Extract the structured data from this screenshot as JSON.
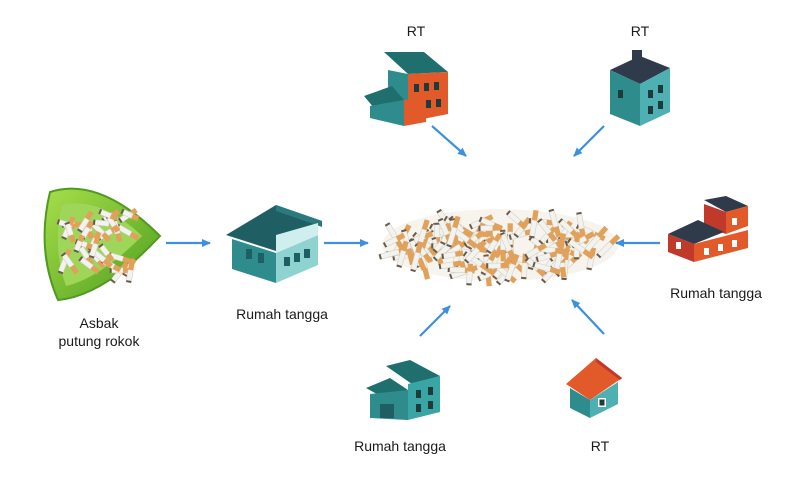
{
  "diagram": {
    "nodes": {
      "ashtray": {
        "label_lines": [
          "Asbak",
          "putung rokok"
        ]
      },
      "house_left": {
        "label": "Rumah tangga"
      },
      "top_left": {
        "label": "RT"
      },
      "top_right": {
        "label": "RT"
      },
      "right": {
        "label": "Rumah tangga"
      },
      "bottom_left": {
        "label": "Rumah tangga"
      },
      "bottom_right": {
        "label": "RT"
      }
    },
    "flows": [
      {
        "from": "ashtray",
        "to": "house_left"
      },
      {
        "from": "house_left",
        "to": "cigarette_pile"
      },
      {
        "from": "top_left",
        "to": "cigarette_pile"
      },
      {
        "from": "top_right",
        "to": "cigarette_pile"
      },
      {
        "from": "right",
        "to": "cigarette_pile"
      },
      {
        "from": "bottom_left",
        "to": "cigarette_pile"
      },
      {
        "from": "bottom_right",
        "to": "cigarette_pile"
      }
    ],
    "colors": {
      "arrow": "#3d8fe0",
      "teal": "#2f8c8c",
      "teal_dark": "#1f5f63",
      "orange": "#e35a2a",
      "roof_dark": "#2f3a4a",
      "filter": "#e2a15a",
      "paper": "#f2f2ee",
      "ashtray_green": "#7ec436"
    }
  }
}
